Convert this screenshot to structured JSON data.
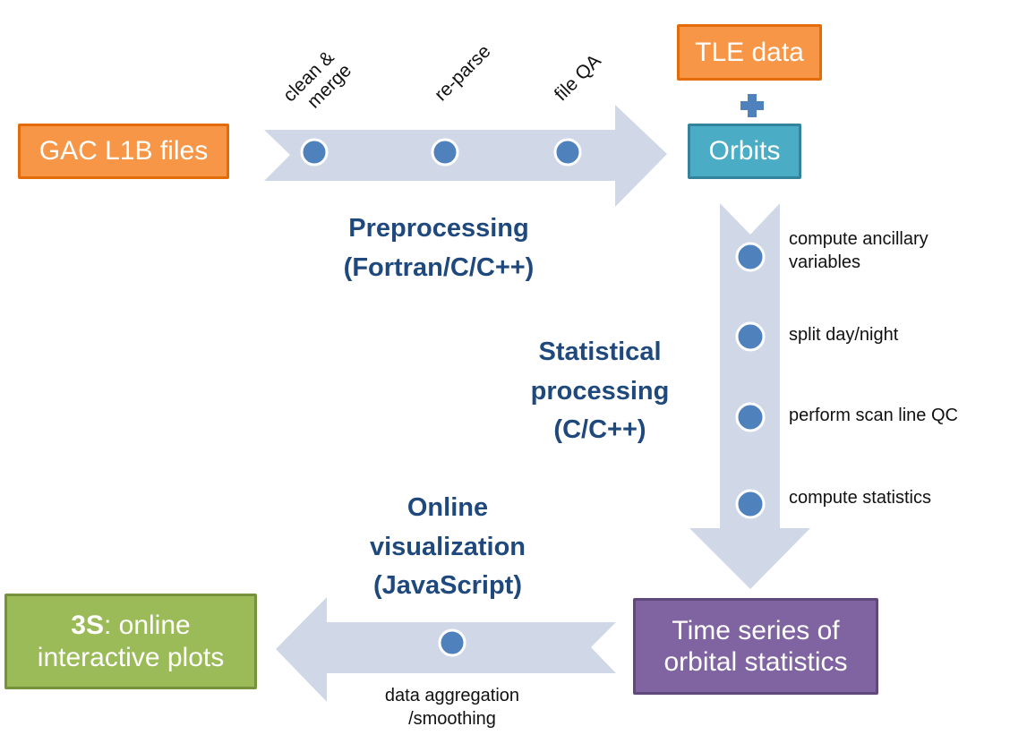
{
  "colors": {
    "arrow": "#D0D8E8",
    "dot": "#4F81BD",
    "heading": "#1F497D",
    "orange": "#F79646",
    "teal": "#4BACC6",
    "purple": "#8064A2",
    "green": "#9BBB59"
  },
  "nodes": {
    "gac": "GAC L1B files",
    "tle": "TLE data",
    "plus": "+",
    "orbits": "Orbits",
    "timeseries_line1": "Time series of",
    "timeseries_line2": "orbital statistics",
    "output_bold": "3S",
    "output_rest": ": online",
    "output_line2": "interactive plots"
  },
  "preprocessing": {
    "title_line1": "Preprocessing",
    "title_line2": "(Fortran/C/C++)",
    "steps": [
      {
        "line1": "clean &",
        "line2": "merge"
      },
      {
        "line1": "re-parse",
        "line2": ""
      },
      {
        "line1": "file QA",
        "line2": ""
      }
    ]
  },
  "statistical": {
    "title_line1": "Statistical",
    "title_line2": "processing",
    "title_line3": "(C/C++)",
    "steps": [
      {
        "line1": "compute ancillary",
        "line2": "variables"
      },
      {
        "line1": "split day/night",
        "line2": ""
      },
      {
        "line1": "perform scan line QC",
        "line2": ""
      },
      {
        "line1": "compute statistics",
        "line2": ""
      }
    ]
  },
  "visualization": {
    "title_line1": "Online",
    "title_line2": "visualization",
    "title_line3": "(JavaScript)",
    "steps": [
      {
        "line1": "data aggregation",
        "line2": "/smoothing"
      }
    ]
  }
}
